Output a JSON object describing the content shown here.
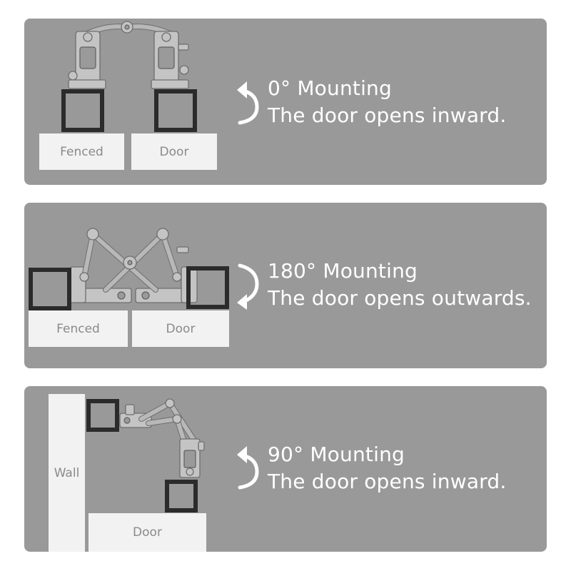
{
  "panels": [
    {
      "mounting": "0° Mounting",
      "description": "The door opens inward.",
      "labels": {
        "left": "Fenced",
        "right": "Door"
      }
    },
    {
      "mounting": "180° Mounting",
      "description": "The door opens outwards.",
      "labels": {
        "left": "Fenced",
        "right": "Door"
      }
    },
    {
      "mounting": "90° Mounting",
      "description": "The door opens inward.",
      "labels": {
        "left": "Wall",
        "right": "Door"
      }
    }
  ],
  "colors": {
    "panel": "#999999",
    "block": "#f2f2f2",
    "post_outline": "#2b2b2b",
    "caption_text": "#ffffff",
    "label_text": "#8a8a8a"
  },
  "icons": [
    "rotate-arrow-icon",
    "hinge-illustration"
  ]
}
